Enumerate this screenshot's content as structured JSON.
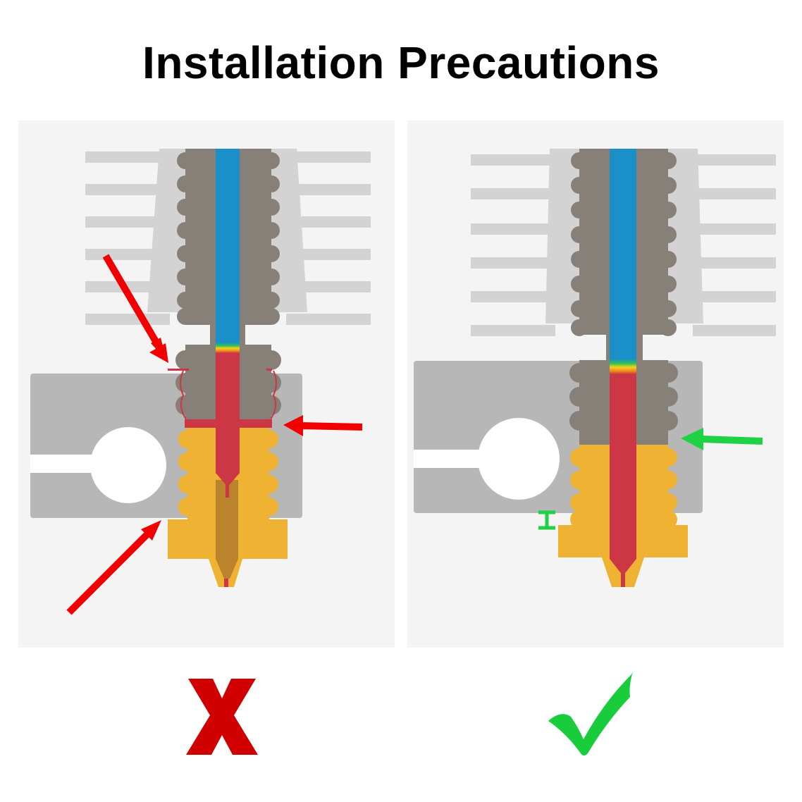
{
  "title": "Installation Precautions",
  "panels": [
    {
      "id": "wrong",
      "verdict": "incorrect",
      "mark_icon": "red-cross-icon"
    },
    {
      "id": "right",
      "verdict": "correct",
      "mark_icon": "green-checkmark-icon"
    }
  ],
  "colors": {
    "panel_bg": "#f4f4f4",
    "heatsink": "#d3d3d3",
    "heater_block": "#b7b7b7",
    "heat_break": "#868079",
    "ptfe_tube": "#1b8fc8",
    "hot_filament": "#cc3645",
    "nozzle_brass": "#efb233",
    "nozzle_shadow": "#bb842c",
    "warning_arrow": "#f20000",
    "ok_arrow": "#1fd245",
    "cross": "#d00000",
    "check": "#19cc3c"
  }
}
